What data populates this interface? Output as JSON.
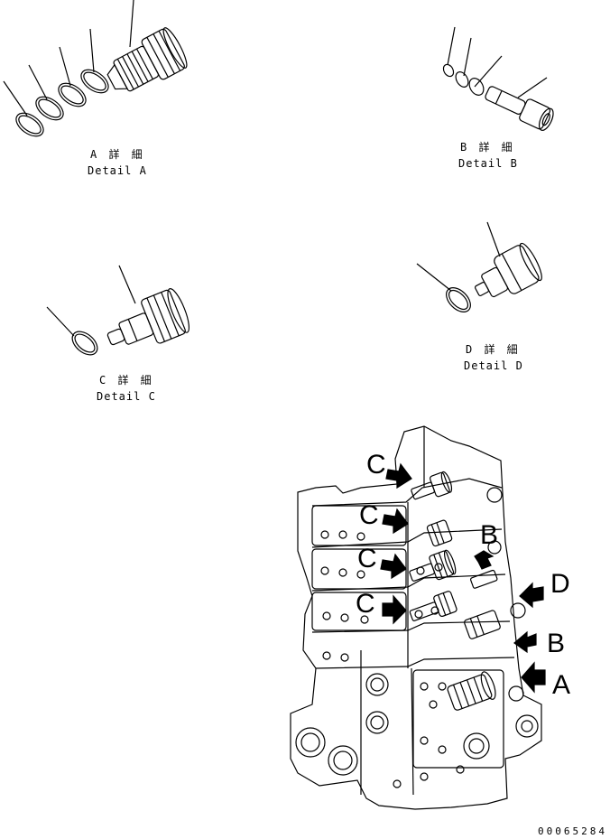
{
  "details": {
    "a": {
      "jp": "A 詳 細",
      "en": "Detail A"
    },
    "b": {
      "jp": "B 詳 細",
      "en": "Detail B"
    },
    "c": {
      "jp": "C 詳 細",
      "en": "Detail C"
    },
    "d": {
      "jp": "D 詳 細",
      "en": "Detail D"
    }
  },
  "callouts": {
    "c1": "C",
    "c2": "C",
    "c3": "C",
    "c4": "C",
    "b_top": "B",
    "d_right": "D",
    "b_right": "B",
    "a_right": "A"
  },
  "doc_number": "00065284"
}
